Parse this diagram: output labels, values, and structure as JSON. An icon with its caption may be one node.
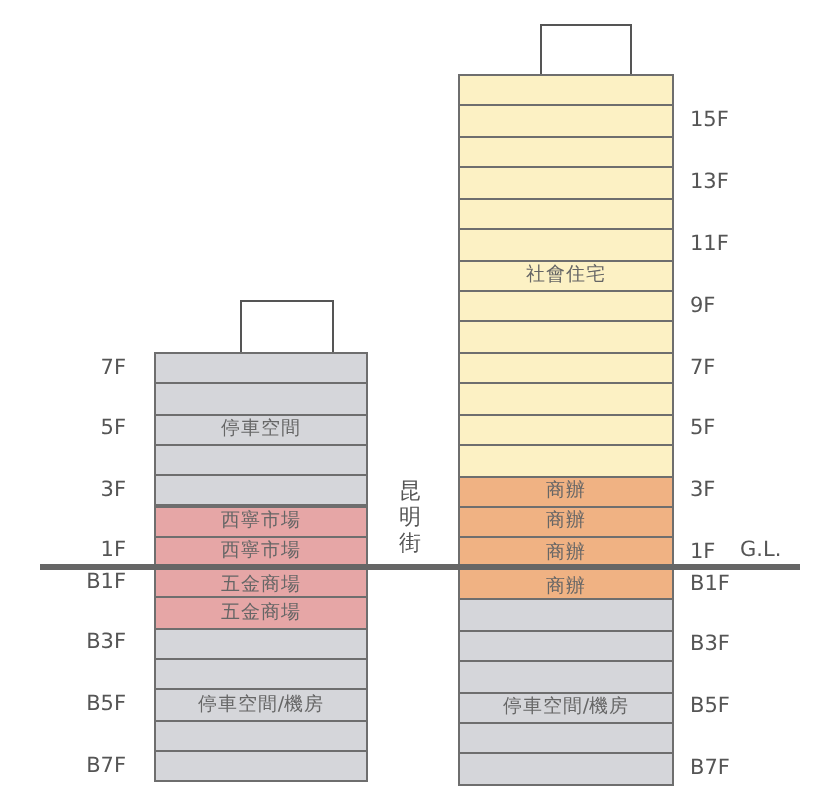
{
  "diagram": {
    "nodes": [
      {
        "text": [],
        "shape": "box"
      },
      {
        "text": [],
        "beside": [
          "7F"
        ],
        "shape": "box"
      },
      {
        "text": [],
        "shape": "box"
      },
      {
        "text": [
          "停車空間"
        ],
        "beside": [
          "5F"
        ]
      },
      {
        "text": [],
        "shape": "box"
      },
      {
        "text": [],
        "beside": [
          "3F"
        ],
        "shape": "box"
      },
      {
        "text": [
          "西寧市場"
        ]
      },
      {
        "text": [
          "西寧市場"
        ],
        "beside": [
          "1F"
        ]
      },
      {
        "text": [
          "五金商場"
        ],
        "beside": [
          "B1F"
        ]
      },
      {
        "text": [
          "五金商場"
        ]
      },
      {
        "text": [],
        "beside": [
          "B3F"
        ],
        "shape": "box"
      },
      {
        "text": [],
        "shape": "box"
      },
      {
        "text": [
          "停車空間/機房"
        ],
        "beside": [
          "B5F"
        ]
      },
      {
        "text": [],
        "shape": "box"
      },
      {
        "text": [],
        "beside": [
          "B7F"
        ],
        "shape": "box"
      },
      {
        "text": [],
        "shape": "box"
      },
      {
        "text": [],
        "shape": "box"
      },
      {
        "text": [],
        "beside": [
          "15F"
        ],
        "shape": "box"
      },
      {
        "text": [],
        "shape": "box"
      },
      {
        "text": [],
        "beside": [
          "13F"
        ],
        "shape": "box"
      },
      {
        "text": [],
        "shape": "box"
      },
      {
        "text": [],
        "beside": [
          "11F"
        ],
        "shape": "box"
      },
      {
        "text": [
          "社會住宅"
        ]
      },
      {
        "text": [],
        "beside": [
          "9F"
        ],
        "shape": "box"
      },
      {
        "text": [],
        "shape": "box"
      },
      {
        "text": [],
        "beside": [
          "7F"
        ],
        "shape": "box"
      },
      {
        "text": [],
        "shape": "box"
      },
      {
        "text": [],
        "beside": [
          "5F"
        ],
        "shape": "box"
      },
      {
        "text": [],
        "shape": "box"
      },
      {
        "text": [
          "商辦"
        ],
        "beside": [
          "3F"
        ]
      },
      {
        "text": [
          "商辦"
        ]
      },
      {
        "text": [
          "商辦"
        ],
        "beside": [
          "1F"
        ]
      },
      {
        "text": [
          "商辦"
        ],
        "beside": [
          "B1F"
        ]
      },
      {
        "text": [],
        "shape": "box"
      },
      {
        "text": [],
        "beside": [
          "B3F"
        ],
        "shape": "box"
      },
      {
        "text": [],
        "shape": "box"
      },
      {
        "text": [
          "停車空間/機房"
        ],
        "beside": [
          "B5F"
        ]
      },
      {
        "text": [],
        "shape": "box"
      },
      {
        "text": [],
        "beside": [
          "B7F"
        ],
        "shape": "box"
      }
    ],
    "labels": [
      "昆明街",
      "G.L."
    ]
  }
}
